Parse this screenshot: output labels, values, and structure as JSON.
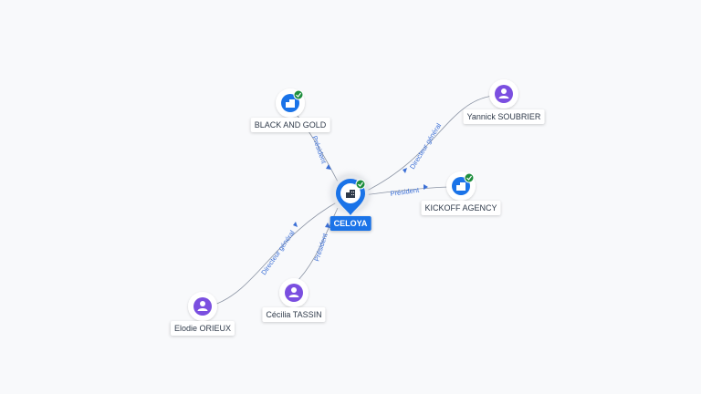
{
  "colors": {
    "company": "#1a73e8",
    "person": "#7b4fe0",
    "check": "#1e8e3e",
    "edge": "#8a93a3",
    "edge_label": "#3b6fd6"
  },
  "center": {
    "name": "CELOYA",
    "icon": "building-icon",
    "verified": true
  },
  "nodes": [
    {
      "id": "black-and-gold",
      "name": "BLACK AND GOLD",
      "kind": "company",
      "icon": "building-icon",
      "verified": true
    },
    {
      "id": "yannick-soubrier",
      "name": "Yannick SOUBRIER",
      "kind": "person",
      "icon": "person-icon",
      "verified": false
    },
    {
      "id": "kickoff-agency",
      "name": "KICKOFF AGENCY",
      "kind": "company",
      "icon": "building-icon",
      "verified": true
    },
    {
      "id": "cecilia-tassin",
      "name": "Cécilia TASSIN",
      "kind": "person",
      "icon": "person-icon",
      "verified": false
    },
    {
      "id": "elodie-orieux",
      "name": "Elodie ORIEUX",
      "kind": "person",
      "icon": "person-icon",
      "verified": false
    }
  ],
  "edges": [
    {
      "from": "black-and-gold",
      "to": "celoya",
      "label": "Président"
    },
    {
      "from": "yannick-soubrier",
      "to": "celoya",
      "label": "Directeur général"
    },
    {
      "from": "celoya",
      "to": "kickoff-agency",
      "label": "Président"
    },
    {
      "from": "cecilia-tassin",
      "to": "celoya",
      "label": "Président"
    },
    {
      "from": "elodie-orieux",
      "to": "celoya",
      "label": "Directeur général"
    }
  ]
}
